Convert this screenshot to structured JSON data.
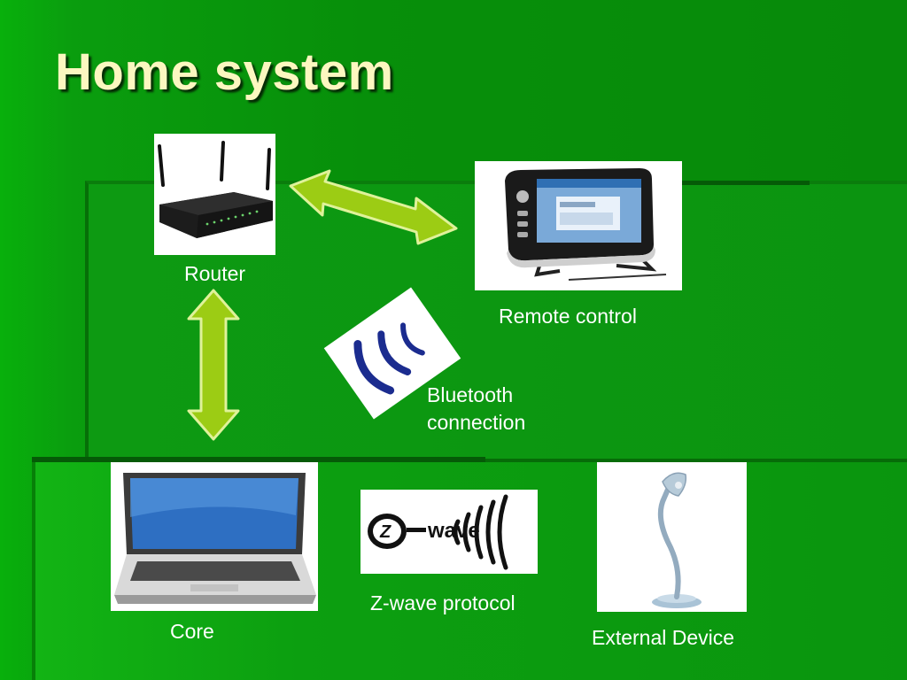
{
  "slide": {
    "title": "Home system",
    "labels": {
      "router": "Router",
      "remote_control": "Remote control",
      "bluetooth_line1": "Bluetooth",
      "bluetooth_line2": "connection",
      "core": "Core",
      "zwave_protocol": "Z-wave protocol",
      "external_device": "External Device"
    },
    "logo_text": {
      "zwave_z": "Z",
      "zwave_word": "wave"
    }
  },
  "colors": {
    "background": "#078f0a",
    "title": "#fcf7c0",
    "arrow_fill": "#9ccc14",
    "arrow_stroke": "#dff29a",
    "label_text": "#ffffff"
  },
  "icons": [
    "router-icon",
    "tablet-icon",
    "bluetooth-icon",
    "laptop-icon",
    "zwave-logo",
    "lamp-icon"
  ]
}
